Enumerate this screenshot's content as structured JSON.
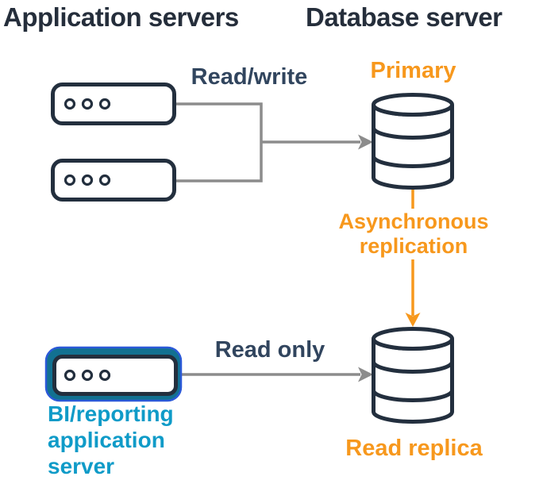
{
  "colors": {
    "heading": "#252e3b",
    "slate": "#232f3e",
    "label-slate": "#31455e",
    "orange": "#f7981d",
    "gray": "#8c8c8c",
    "teal-ring": "#127191",
    "ring-edge": "#2b59d8",
    "teal-text": "#0f9bc8",
    "white": "#ffffff"
  },
  "headings": {
    "application_servers": "Application servers",
    "database_server": "Database server"
  },
  "labels": {
    "primary": "Primary",
    "read_replica": "Read replica",
    "read_write": "Read/write",
    "read_only": "Read only",
    "async_line1": "Asynchronous",
    "async_line2": "replication",
    "bi_line1": "BI/reporting",
    "bi_line2": "application server"
  },
  "diagram": {
    "nodes": [
      {
        "id": "app-server-1",
        "icon": "server-icon",
        "group": "Application servers"
      },
      {
        "id": "app-server-2",
        "icon": "server-icon",
        "group": "Application servers"
      },
      {
        "id": "primary-db",
        "icon": "database-cylinder-icon",
        "label": "Primary",
        "group": "Database server"
      },
      {
        "id": "read-replica-db",
        "icon": "database-cylinder-icon",
        "label": "Read replica",
        "group": "Database server"
      },
      {
        "id": "bi-reporting-server",
        "icon": "server-icon",
        "label": "BI/reporting application server",
        "highlighted": true
      }
    ],
    "edges": [
      {
        "from": "app-server-1",
        "to": "primary-db",
        "label": "Read/write",
        "style": "gray-arrow"
      },
      {
        "from": "app-server-2",
        "to": "primary-db",
        "label": "Read/write",
        "style": "gray-arrow"
      },
      {
        "from": "primary-db",
        "to": "read-replica-db",
        "label": "Asynchronous replication",
        "style": "orange-arrow"
      },
      {
        "from": "bi-reporting-server",
        "to": "read-replica-db",
        "label": "Read only",
        "style": "gray-arrow"
      }
    ]
  }
}
